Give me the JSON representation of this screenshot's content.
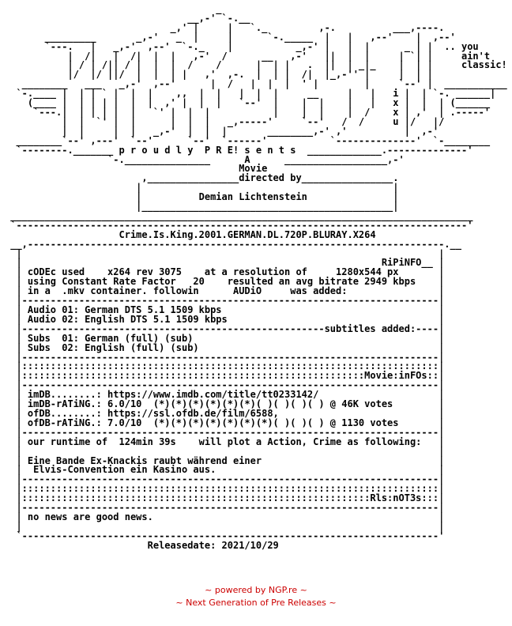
{
  "nfo": {
    "art": "                                     _\n                                __,-' `-.__\n                             _,' |     |   `._         ,-.          ___,----.\n       _________       _,-'   _  |     |      `-._____  |   |   ,--'    |  ,--'\n       `---.   |   _,-'  ,--'  `-._    |           _,-' |   |  |      _ | |  .. you\n           |  /|   |  /|  |  |   ,-'  /      __   ,-'   ||  |  |     | `| |     ain't\n           | / | /|| / |  |  |  /    /      |  | |   .  ||  | _|_    |  | |     classic!\n           |/  |/ ||/  |  |  | |   ,'  ,-.  |  | |  /|  |_,-'' |     |  | |\n   ________   ___   _,-'  ,--'      |  /   |  |  |  ' |        |     `--' |  ___________\n  `-.____ |  | | ` |  |  |    ,,  |  |   |  |  |     __     |   |   i |  | `-. ______|\n    (____ |  | | | |  |  |  ,' |  |  |   `--'  |    |  |    |   |   x |  |  | (______\n     `---.|  | | | |  |   `' |  |  |           |    |  |    |  /    x | ,'  | .-----'\n          |  |  `' |  |      |  |  |   _,-----'     `--'   /  /     u |/   |/\n          |  |     |  |   _,-'  |  |  |       ________,-' ,'          |  ,-'\n  ________`--' ,---'  `--'      `--'  `------'           `--------------'  `-________\n  `--------._______ p r o u d l y  P R E! s e n t s  _____________.--------------'\n                  `-._______________      A      __________________,-'\n                                         Movie\n                        ,________________directed by________________.\n                       |                                            |\n                       |          Demian Lichtenstein               |\n                       |____________________________________________|\n _________________________________________________________________________________\n `-------------------------------------------------------------------------------'",
    "release_name": "                    Crime.Is.King.2001.GERMAN.DL.720P.BLURAY.X264",
    "body": " __,-------------------------------------------------------------------------.__\n  |                                                                         |\n  |                                                               RiPiNFO__ |\n  | cODEc used    x264 rev 3075    at a resolution of     1280x544 px       |\n  | using Constant Rate Factor   20    resulted an avg bitrate 2949 kbps    |\n  | in a  .mkv container. followin      AUDiO     was added:                |\n  |-------------------------------------------------------------------------|\n  | Audio 01: German DTS 5.1 1509 kbps                                      |\n  | Audio 02: English DTS 5.1 1509 kbps                                     |\n  |-----------------------------------------------------subtitles added:----|\n  | Subs  01: German (full) (sub)                                           |\n  | Subs  02: English (full) (sub)                                          |\n  |-------------------------------------------------------------------------|\n  |:::::::::::::::::::::::::::::::::::::::::::::::::::::::::::::::::::::::::|\n  |::::::::::::::::::::::::::::::::::::::::::::::::::::::::::::Movie:inFOs::|\n  |-------------------------------------------------------------------------|\n  | imDB........: https://www.imdb.com/title/tt0233142/                     |\n  | imDB-rATiNG.: 6.0/10  (*)(*)(*)(*)(*)(*)( )( )( )( ) @ 46K votes        |\n  | ofDB........: https://ssl.ofdb.de/film/6588,                            |\n  | ofDB-rATiNG.: 7.0/10  (*)(*)(*)(*)(*)(*)(*)( )( )( ) @ 1130 votes       |\n  |-------------------------------------------------------------------------|\n  | our runtime of  124min 39s    will plot a Action, Crime as following:   |\n  |                                                                         |\n  | Eine Bande Ex-Knackis raubt während einer                               |\n  |  Elvis-Convention ein Kasino aus.                                       |\n  |-------------------------------------------------------------------------|\n  |:::::::::::::::::::::::::::::::::::::::::::::::::::::::::::::::::::::::::|\n  |:::::::::::::::::::::::::::::::::::::::::::::::::::::::::::::Rls:nOT3s:::|\n  |-------------------------------------------------------------------------|\n  | no news are good news.                                                  |\n  |                                                                         |\n  `-------------------------------------------------------------------------'\n                         Releasedate: 2021/10/29"
  },
  "footer": {
    "line1": "~ powered by NGP.re ~",
    "line2": "~ Next Generation of Pre Releases ~"
  },
  "colors": {
    "text": "#000000",
    "footer_text": "#cc0000",
    "background": "#ffffff"
  }
}
